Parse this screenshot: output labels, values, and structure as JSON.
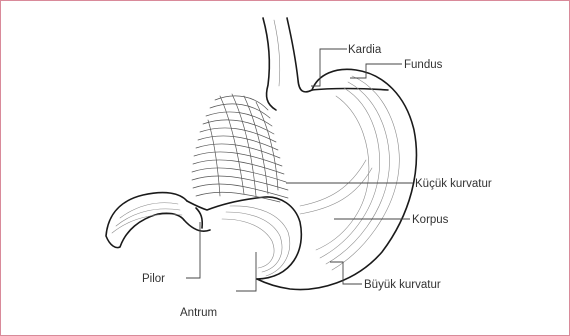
{
  "diagram": {
    "labels": {
      "kardia": "Kardia",
      "fundus": "Fundus",
      "kucuk_kurvatur": "Küçük kurvatur",
      "korpus": "Korpus",
      "buyuk_kurvatur": "Büyük kurvatur",
      "pilor": "Pilor",
      "antrum": "Antrum"
    },
    "colors": {
      "frame": "#d98a9a",
      "ink": "#1a1a1a",
      "label": "#333333"
    }
  }
}
